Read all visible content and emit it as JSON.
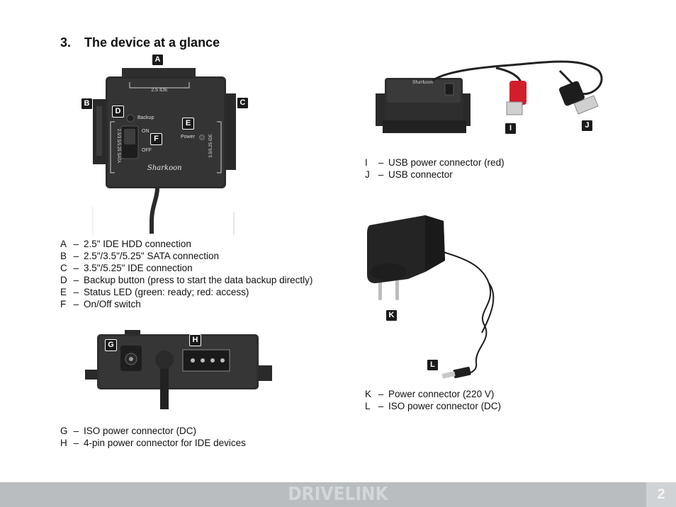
{
  "section": {
    "number": "3.",
    "title": "The device at a glance"
  },
  "labels": {
    "a": "A",
    "b": "B",
    "c": "C",
    "d": "D",
    "e": "E",
    "f": "F",
    "g": "G",
    "h": "H",
    "i": "I",
    "j": "J",
    "k": "K",
    "l": "L"
  },
  "device_print": {
    "ide25": "2.5 IDE",
    "backup": "Backup",
    "on": "ON",
    "off": "OFF",
    "power": "Power",
    "sata": "2.5/3.5/5.25 SATA",
    "ide35": "3.5/5.25 IDE",
    "brand": "Sharkoon"
  },
  "legend_top": [
    {
      "key": "A",
      "text": "2.5\" IDE HDD connection"
    },
    {
      "key": "B",
      "text": "2.5\"/3.5\"/5.25\" SATA connection"
    },
    {
      "key": "C",
      "text": "3.5\"/5.25\" IDE connection"
    },
    {
      "key": "D",
      "text": "Backup button (press to start the data backup directly)"
    },
    {
      "key": "E",
      "text": "Status LED (green: ready; red: access)"
    },
    {
      "key": "F",
      "text": "On/Off switch"
    }
  ],
  "legend_bottom": [
    {
      "key": "G",
      "text": "ISO power connector (DC)"
    },
    {
      "key": "H",
      "text": "4-pin power connector for IDE devices"
    }
  ],
  "legend_usb": [
    {
      "key": "I",
      "text": "USB power connector (red)"
    },
    {
      "key": "J",
      "text": "USB connector"
    }
  ],
  "legend_psu": [
    {
      "key": "K",
      "text": "Power connector (220 V)"
    },
    {
      "key": "L",
      "text": "ISO power connector (DC)"
    }
  ],
  "dash": "–",
  "footer": {
    "brand": "DRIVELINK",
    "page": "2"
  }
}
